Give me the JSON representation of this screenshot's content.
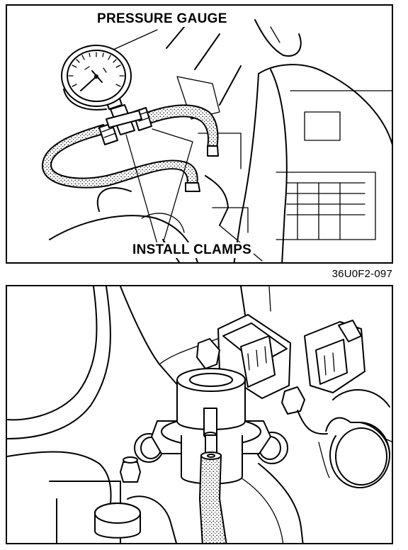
{
  "labels": {
    "pressure_gauge": "PRESSURE GAUGE",
    "install_clamps": "INSTALL CLAMPS",
    "figure_code": "36U0F2-097"
  },
  "colors": {
    "line": "#000000",
    "background": "#ffffff"
  }
}
